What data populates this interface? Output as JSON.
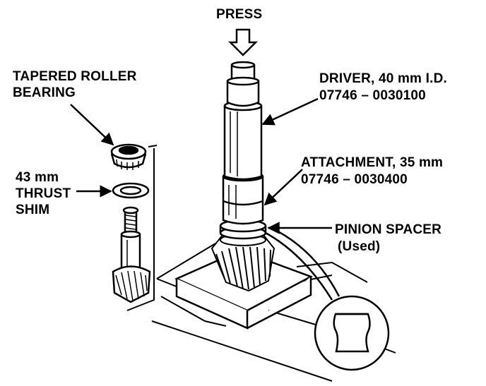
{
  "labels": {
    "press": "PRESS",
    "bearing_line1": "TAPERED ROLLER",
    "bearing_line2": "BEARING",
    "shim_line1": "43 mm",
    "shim_line2": "THRUST",
    "shim_line3": "SHIM",
    "driver_line1": "DRIVER, 40 mm I.D.",
    "driver_line2": "07746 – 0030100",
    "attachment_line1": "ATTACHMENT, 35 mm",
    "attachment_line2": "07746 – 0030400",
    "spacer_line1": "PINION SPACER",
    "spacer_line2": "(Used)"
  },
  "colors": {
    "ink": "#000000",
    "paper": "#ffffff"
  }
}
